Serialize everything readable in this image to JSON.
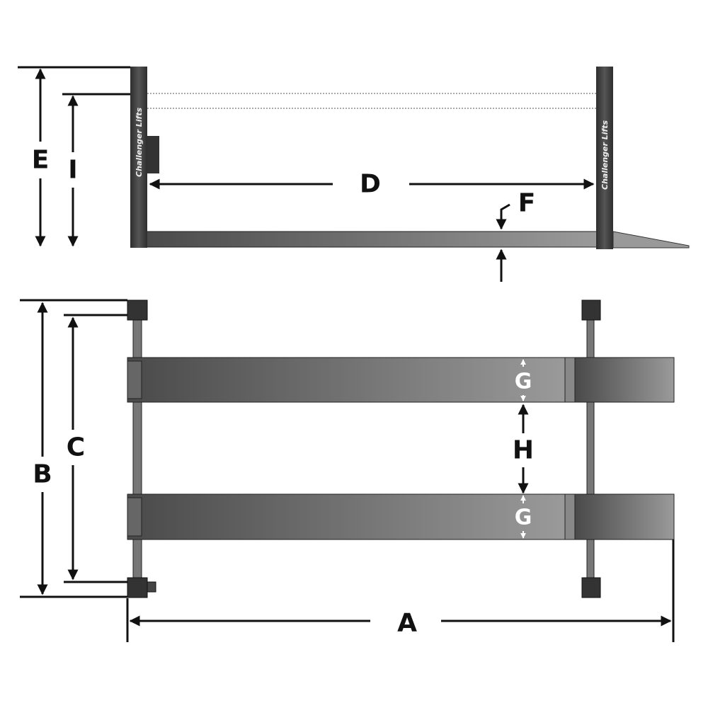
{
  "title": "Four-post lift dimension diagram",
  "brand": "Challenger Lifts",
  "labels": {
    "A": "A",
    "B": "B",
    "C": "C",
    "D": "D",
    "E": "E",
    "F": "F",
    "G": "G",
    "H": "H",
    "I": "I"
  },
  "colors": {
    "steel_dark": "#4a4a4a",
    "steel_light": "#9a9a9a",
    "post": "#3a3a3a",
    "line": "#111111"
  }
}
